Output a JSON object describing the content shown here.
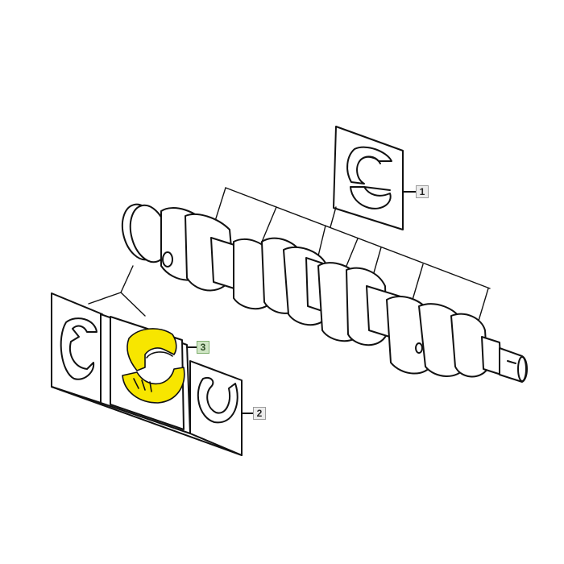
{
  "diagram": {
    "subject": "Crankshaft with main bearings and thrust washers",
    "highlight_color": "#f7e600",
    "line_color": "#111111",
    "callouts": [
      {
        "id": "1",
        "label": "1",
        "part": "main-bearing-shell-set",
        "selected": false
      },
      {
        "id": "2",
        "label": "2",
        "part": "thrust-washer-half",
        "selected": false
      },
      {
        "id": "3",
        "label": "3",
        "part": "thrust-bearing-shell",
        "selected": true
      }
    ]
  }
}
